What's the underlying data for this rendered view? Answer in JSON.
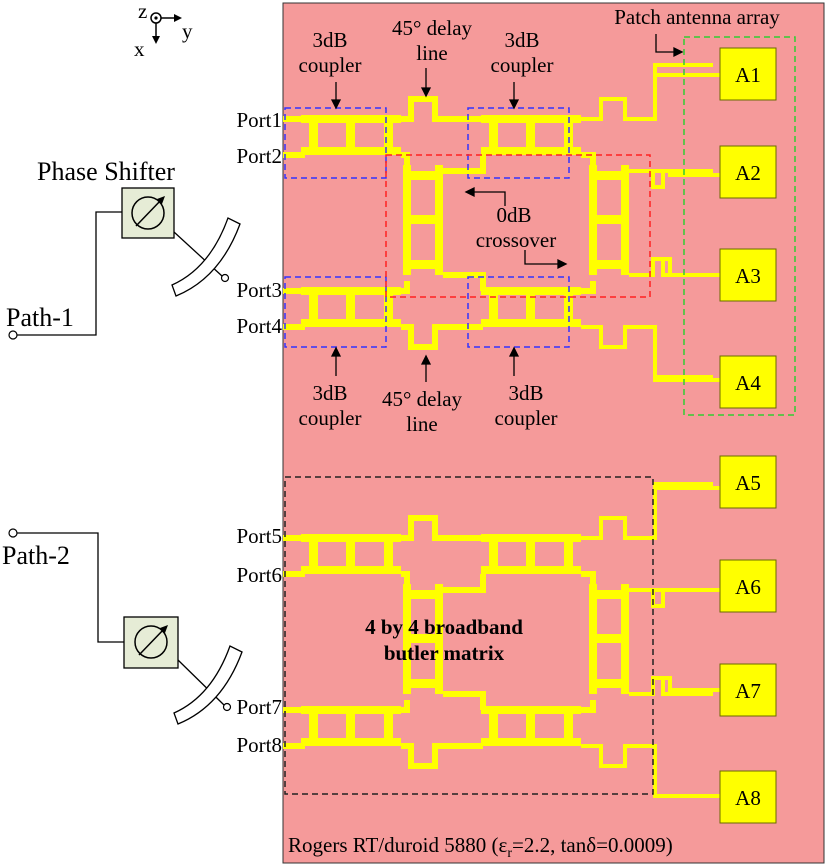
{
  "axes": {
    "z": "z",
    "y": "y",
    "x": "x"
  },
  "phase_shifter": {
    "title": "Phase Shifter"
  },
  "paths": {
    "path1": "Path-1",
    "path2": "Path-2"
  },
  "ports": [
    "Port1",
    "Port2",
    "Port3",
    "Port4",
    "Port5",
    "Port6",
    "Port7",
    "Port8"
  ],
  "antennas": [
    "A1",
    "A2",
    "A3",
    "A4",
    "A5",
    "A6",
    "A7",
    "A8"
  ],
  "labels": {
    "coupler_line1": "3dB",
    "coupler_line2": "coupler",
    "delay_line1": "45° delay",
    "delay_line2": "line",
    "crossover_line1": "0dB",
    "crossover_line2": "crossover",
    "patch_array": "Patch antenna array",
    "matrix_line1": "4 by 4 broadband",
    "matrix_line2": "butler matrix",
    "substrate_pre": "Rogers RT/duroid 5880 (",
    "substrate_eps": "ε",
    "substrate_sub": "r",
    "substrate_post": "=2.2, tanδ=0.0009)"
  },
  "colors": {
    "substrate": "#f59a9a",
    "trace": "#ffff00",
    "coupler_box": "#3333ff",
    "crossover_box": "#ff2222",
    "array_box": "#33cc33",
    "matrix_box": "#222222",
    "shifter_fill": "#e6ecd6"
  }
}
